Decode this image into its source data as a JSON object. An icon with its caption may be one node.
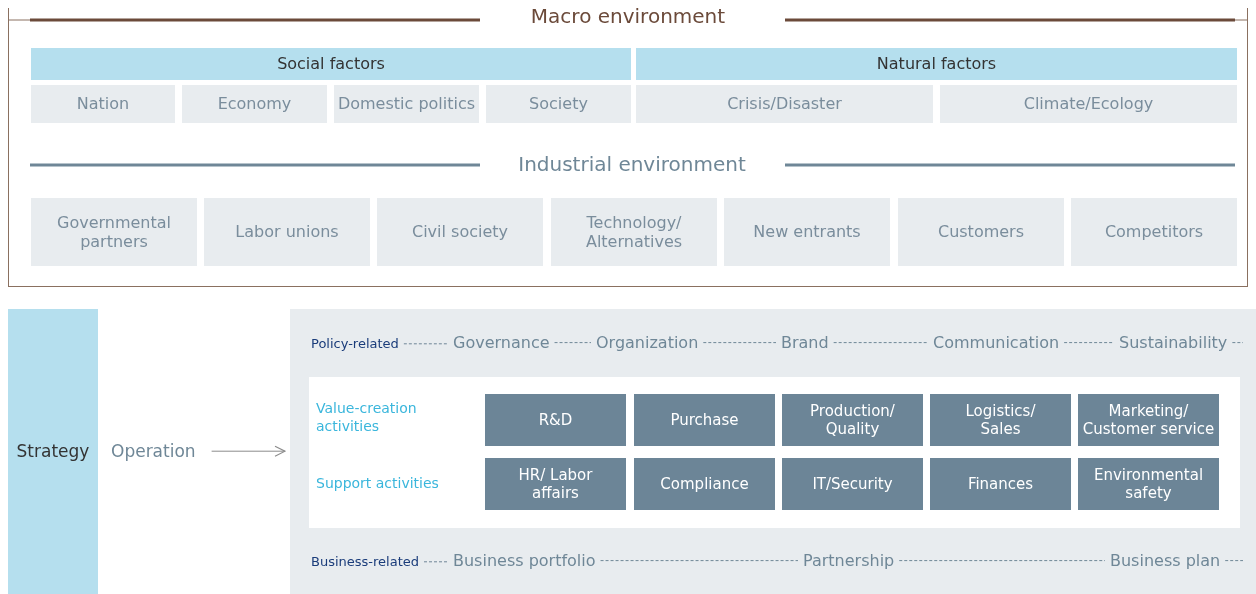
{
  "diagram": {
    "nodes": [
      {
        "text": [
          "Macro environment"
        ]
      },
      {
        "text": [
          "Social factors"
        ],
        "in": 0
      },
      {
        "text": [
          "Natural factors"
        ],
        "in": 0
      },
      {
        "text": [
          "Nation"
        ],
        "in": 0
      },
      {
        "text": [
          "Economy"
        ],
        "in": 0
      },
      {
        "text": [
          "Domestic politics"
        ],
        "in": 0
      },
      {
        "text": [
          "Society"
        ],
        "in": 0
      },
      {
        "text": [
          "Crisis/Disaster"
        ],
        "in": 0
      },
      {
        "text": [
          "Climate/Ecology"
        ],
        "in": 0
      },
      {
        "text": [
          "Governmental partners"
        ],
        "in": 0
      },
      {
        "text": [
          "Labor unions"
        ],
        "in": 0
      },
      {
        "text": [
          "Civil society"
        ],
        "in": 0
      },
      {
        "text": [
          "Technology/ Alternatives"
        ],
        "in": 0
      },
      {
        "text": [
          "New entrants"
        ],
        "in": 0
      },
      {
        "text": [
          "Customers"
        ],
        "in": 0
      },
      {
        "text": [
          "Competitors"
        ],
        "in": 0
      },
      {
        "text": [
          "Strategy"
        ]
      },
      {
        "text": [
          "Operation"
        ]
      },
      {
        "text": [],
        "shape": "box"
      },
      {
        "text": [
          "Policy-related"
        ],
        "in": 18
      },
      {
        "text": [
          "Governance"
        ],
        "in": 18
      },
      {
        "text": [
          "Organization"
        ],
        "in": 18
      },
      {
        "text": [
          "Brand"
        ],
        "in": 18
      },
      {
        "text": [
          "Communication"
        ],
        "in": 18
      },
      {
        "text": [
          "Sustainability"
        ],
        "in": 18
      },
      {
        "text": [],
        "shape": "box",
        "in": 18
      },
      {
        "text": [
          "R&D"
        ],
        "in": 25
      },
      {
        "text": [
          "Purchase"
        ],
        "in": 25
      },
      {
        "text": [
          "Production/ Quality"
        ],
        "in": 25
      },
      {
        "text": [
          "Logistics/ Sales"
        ],
        "in": 25
      },
      {
        "text": [
          "Marketing/ Customer service"
        ],
        "in": 25
      },
      {
        "text": [
          "HR/ Labor affairs"
        ],
        "in": 25
      },
      {
        "text": [
          "Compliance"
        ],
        "in": 25
      },
      {
        "text": [
          "IT/Security"
        ],
        "in": 25
      },
      {
        "text": [
          "Finances"
        ],
        "in": 25
      },
      {
        "text": [
          "Environmental safety"
        ],
        "in": 25
      },
      {
        "text": [
          "Business-related"
        ],
        "in": 18
      },
      {
        "text": [
          "Business portfolio"
        ],
        "in": 18
      },
      {
        "text": [
          "Partnership"
        ],
        "in": 18
      },
      {
        "text": [
          "Business plan"
        ],
        "in": 18
      }
    ],
    "edges": [
      {
        "from": 17,
        "to": 18,
        "arrow": "to",
        "color": "#8c8c8c"
      },
      {
        "from": 19,
        "to": 20,
        "arrow": "none",
        "style": "dashed"
      },
      {
        "from": 20,
        "to": 21,
        "arrow": "none",
        "style": "dashed"
      },
      {
        "from": 21,
        "to": 22,
        "arrow": "none",
        "style": "dashed"
      },
      {
        "from": 22,
        "to": 23,
        "arrow": "none",
        "style": "dashed"
      },
      {
        "from": 23,
        "to": 24,
        "arrow": "none",
        "style": "dashed"
      },
      {
        "from": 24,
        "to": null,
        "arrow": "none",
        "style": "dashed"
      },
      {
        "from": 36,
        "to": 37,
        "arrow": "none",
        "style": "dashed"
      },
      {
        "from": 37,
        "to": 38,
        "arrow": "none",
        "style": "dashed"
      },
      {
        "from": 38,
        "to": 39,
        "arrow": "none",
        "style": "dashed"
      },
      {
        "from": 39,
        "to": null,
        "arrow": "none",
        "style": "dashed"
      }
    ],
    "labels": [
      "Industrial environment",
      "Value-creation activities",
      "Support activities"
    ]
  }
}
